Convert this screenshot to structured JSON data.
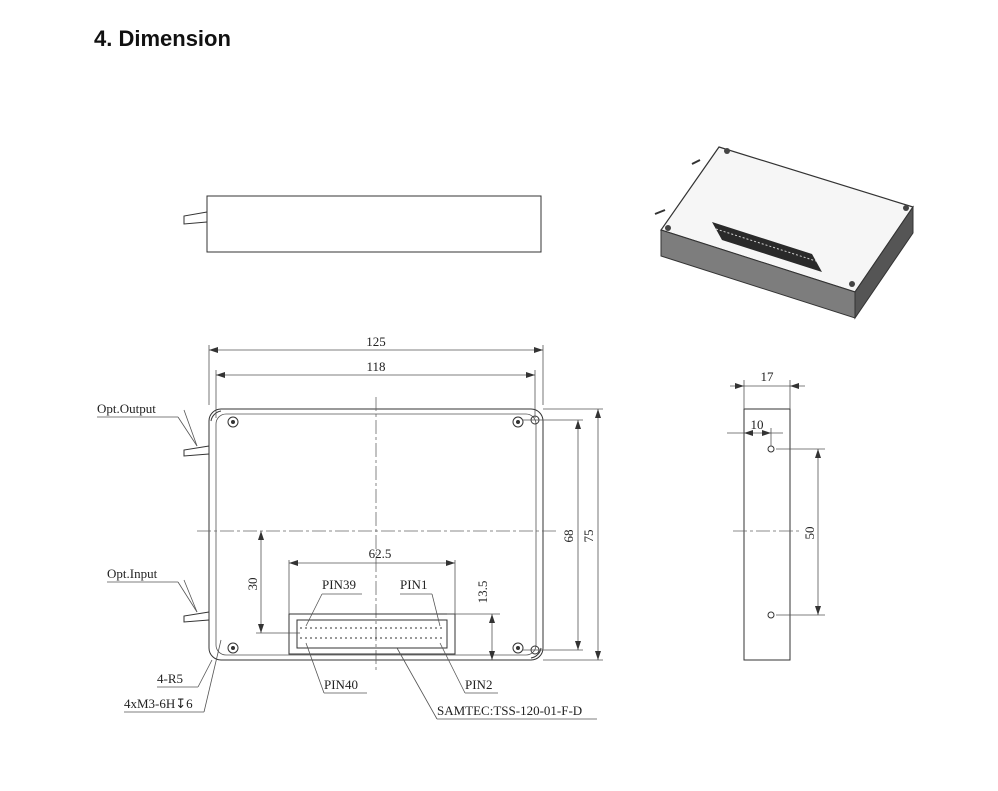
{
  "heading": "4.  Dimension",
  "dimensions": {
    "overall_length": "125",
    "hole_spacing_length": "118",
    "overall_width": "75",
    "hole_spacing_width": "68",
    "connector_width": "62.5",
    "connector_offset": "30",
    "connector_from_edge": "13.5",
    "side_thickness": "17",
    "side_hole_offset": "10",
    "side_hole_spacing": "50"
  },
  "labels": {
    "opt_output": "Opt.Output",
    "opt_input": "Opt.Input",
    "pin39": "PIN39",
    "pin1": "PIN1",
    "pin40": "PIN40",
    "pin2": "PIN2",
    "corner_radius": "4-R5",
    "mount_holes": "4xM3-6H↧6",
    "connector": "SAMTEC:TSS-120-01-F-D"
  },
  "colors": {
    "line": "#333333",
    "text": "#222222"
  }
}
